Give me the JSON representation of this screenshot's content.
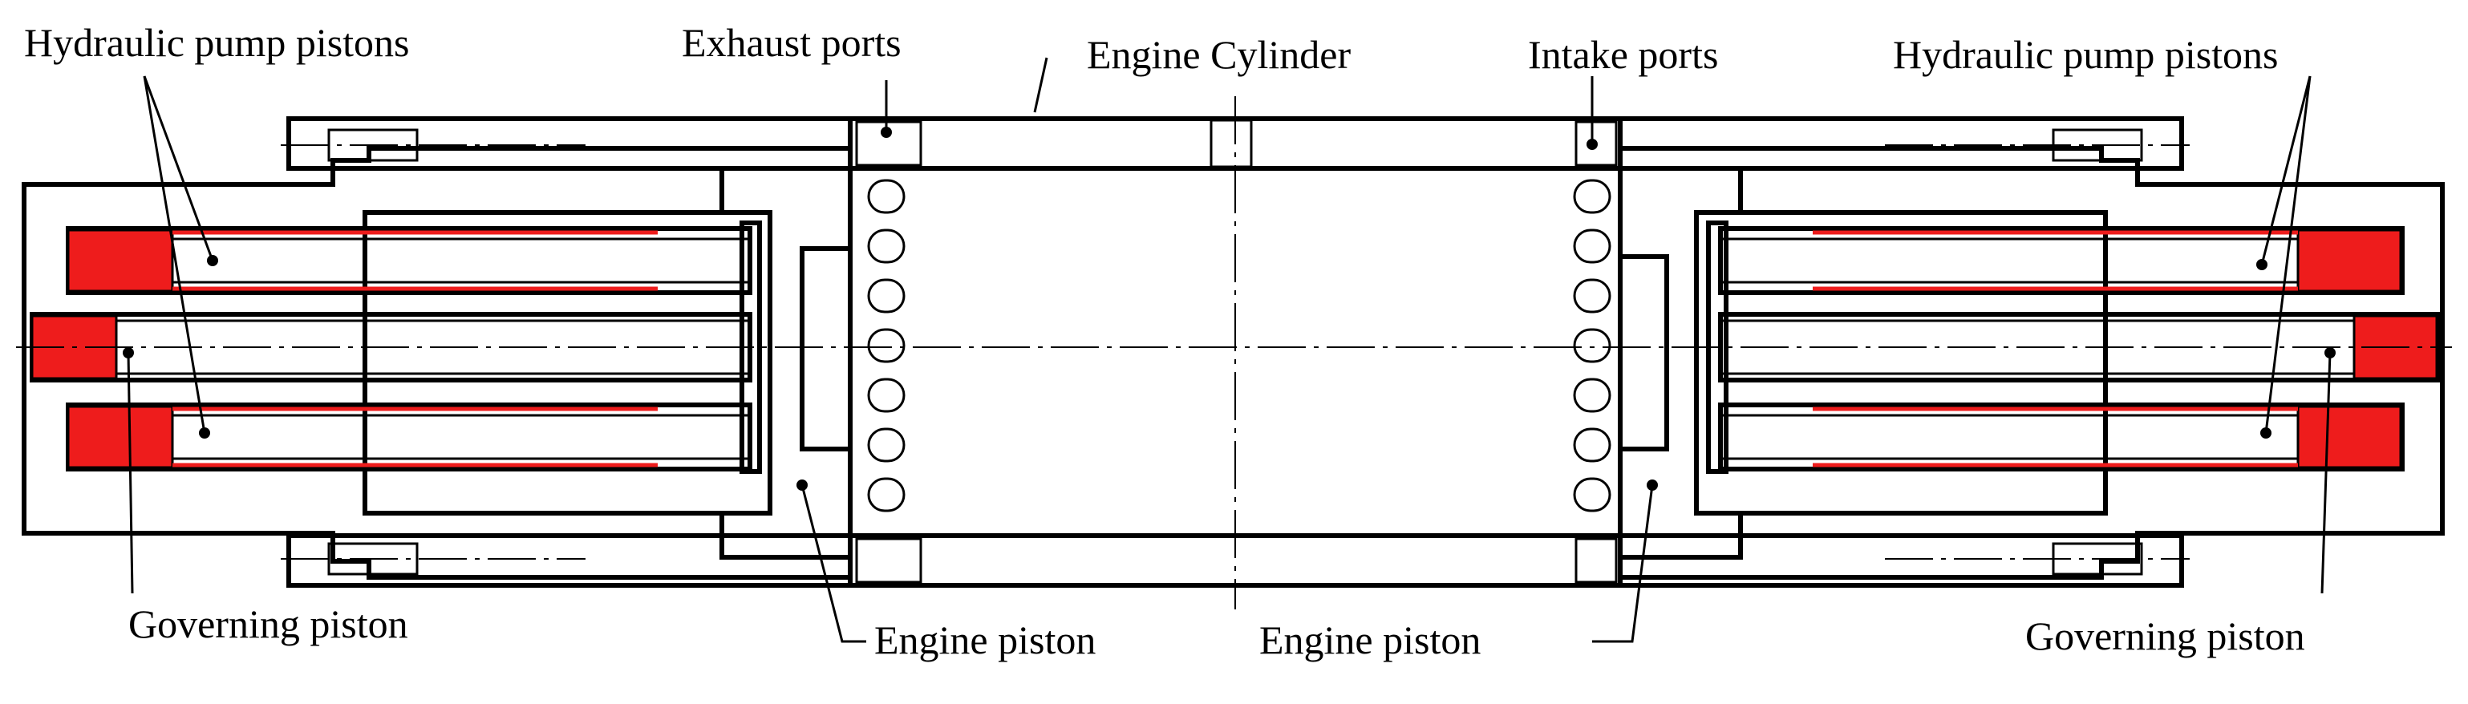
{
  "colors": {
    "hydraulic_fluid": "#ee1c1c",
    "ink": "#000000",
    "background": "#ffffff"
  },
  "labels": {
    "hyd_pump_left": "Hydraulic pump pistons",
    "exhaust_ports": "Exhaust ports",
    "engine_cylinder": "Engine Cylinder",
    "intake_ports": "Intake ports",
    "hyd_pump_right": "Hydraulic pump pistons",
    "governing_left": "Governing piston",
    "engine_piston_left": "Engine piston",
    "engine_piston_right": "Engine piston",
    "governing_right": "Governing piston"
  }
}
